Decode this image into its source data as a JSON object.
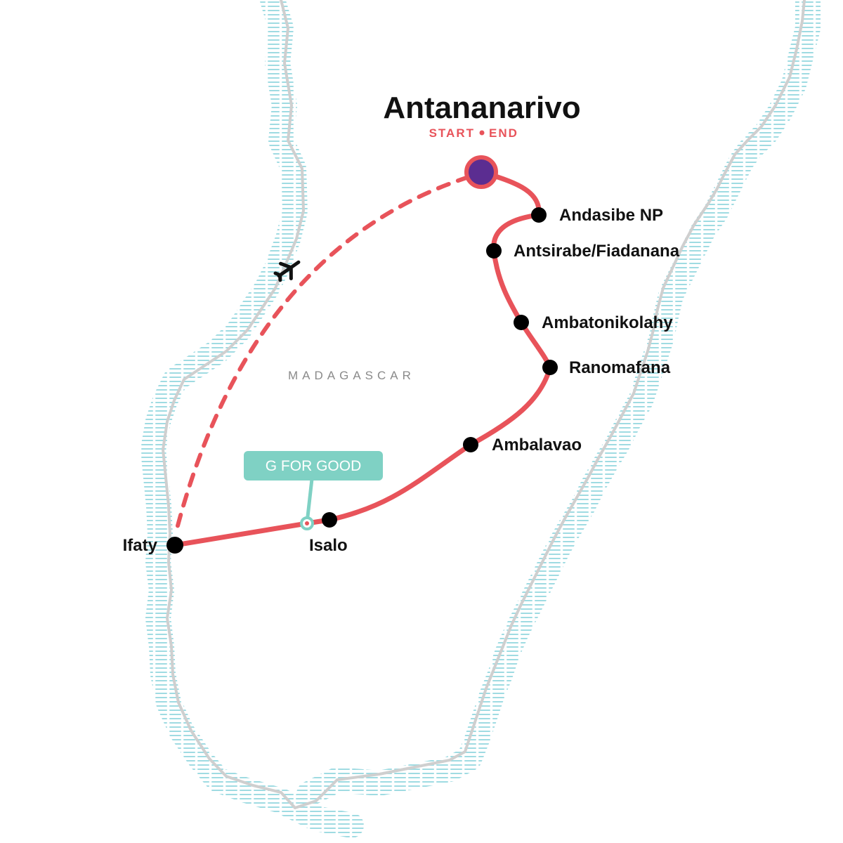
{
  "map": {
    "country": "MADAGASCAR",
    "start_city": "Antananarivo",
    "start_end_left": "START",
    "start_end_right": "END",
    "stops": [
      "Andasibe NP",
      "Antsirabe/Fiadanana",
      "Ambatonikolahy",
      "Ranomafana",
      "Ambalavao",
      "Isalo",
      "Ifaty"
    ],
    "badge": "G FOR GOOD",
    "icons": {
      "flight": "airplane-icon"
    },
    "colors": {
      "route": "#e8535a",
      "start_marker": "#5b2d91",
      "stop_marker": "#000000",
      "badge": "#7fd1c4",
      "coast": "#cfcfcf",
      "water_hatch": "#9fdbe2",
      "country_label": "#8a8a8a"
    }
  }
}
